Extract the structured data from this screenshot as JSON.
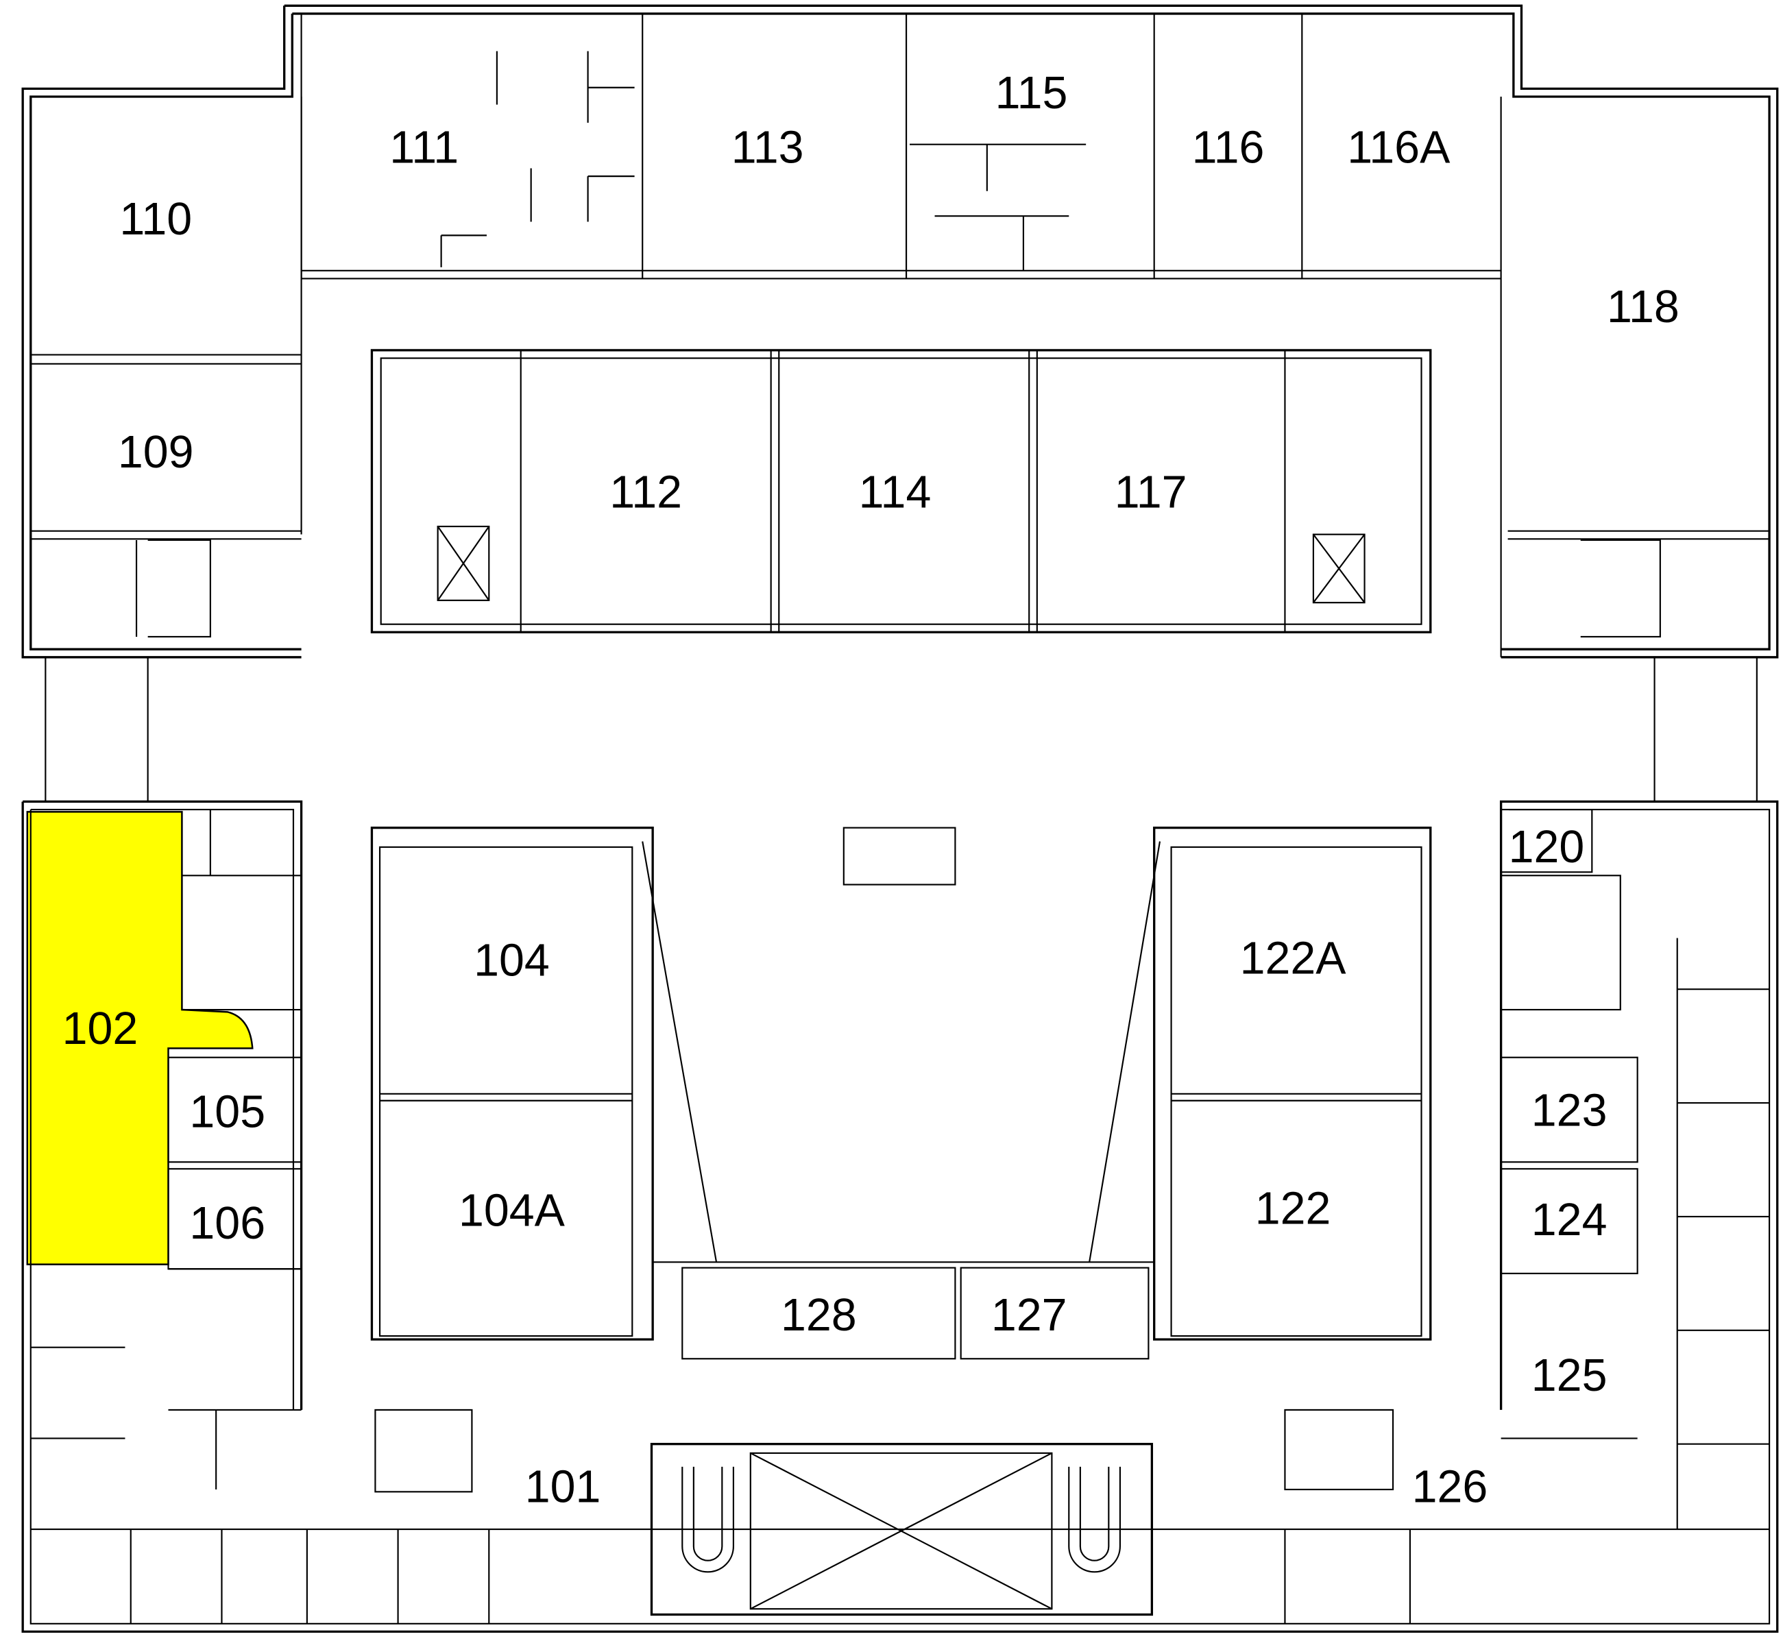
{
  "plan": {
    "highlight_color": "#FFFF00",
    "highlighted_room": "102",
    "rooms": [
      "110",
      "111",
      "113",
      "115",
      "116",
      "116A",
      "118",
      "109",
      "112",
      "114",
      "117",
      "104",
      "122A",
      "102",
      "105",
      "123",
      "106",
      "104A",
      "122",
      "124",
      "128",
      "127",
      "125",
      "101",
      "126",
      "120"
    ]
  }
}
